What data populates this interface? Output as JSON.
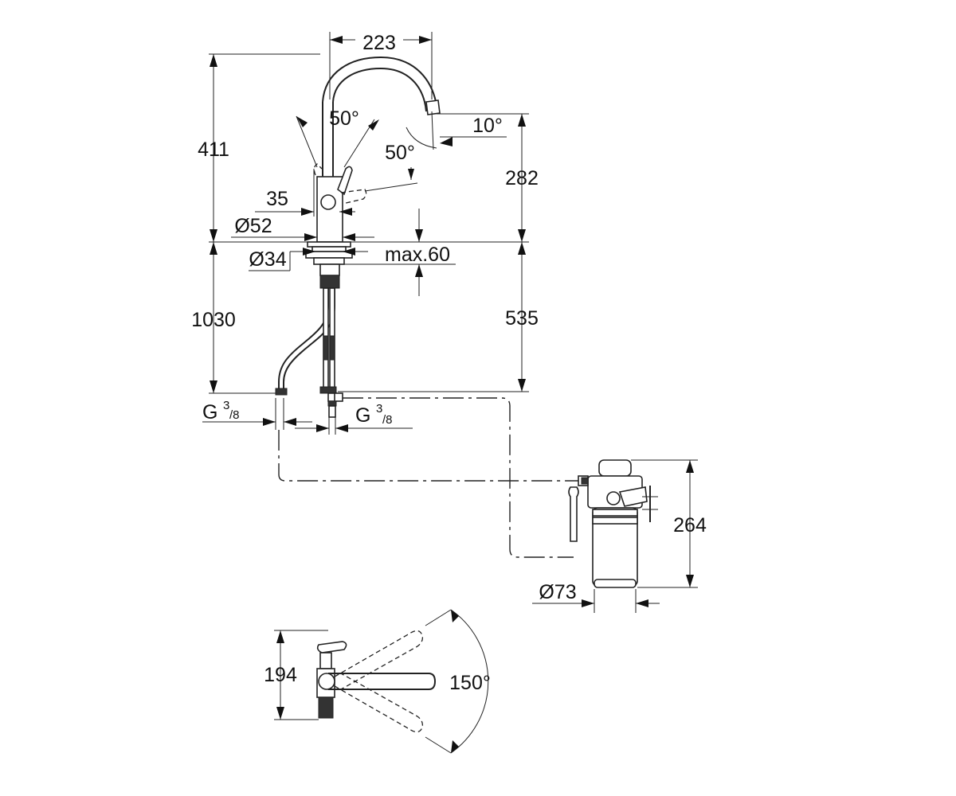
{
  "top_view": {
    "dims": {
      "spout_reach": "223",
      "height_total": "411",
      "spout_height": "282",
      "lever_angle_up": "50°",
      "lever_angle_down": "50°",
      "spout_tilt": "10°",
      "lever_offset": "35",
      "base_diameter": "Ø52",
      "hole_diameter": "Ø34",
      "max_deck": "max.60",
      "hose_length": "1030",
      "shank_length": "535"
    },
    "connections": {
      "left": {
        "prefix": "G",
        "sup": "3",
        "sub": "/8"
      },
      "right": {
        "prefix": "G",
        "sup": "3",
        "sub": "/8"
      }
    }
  },
  "filter": {
    "dims": {
      "height": "264",
      "diameter": "Ø73"
    }
  },
  "plan_view": {
    "dims": {
      "depth": "194",
      "swivel": "150°"
    }
  }
}
